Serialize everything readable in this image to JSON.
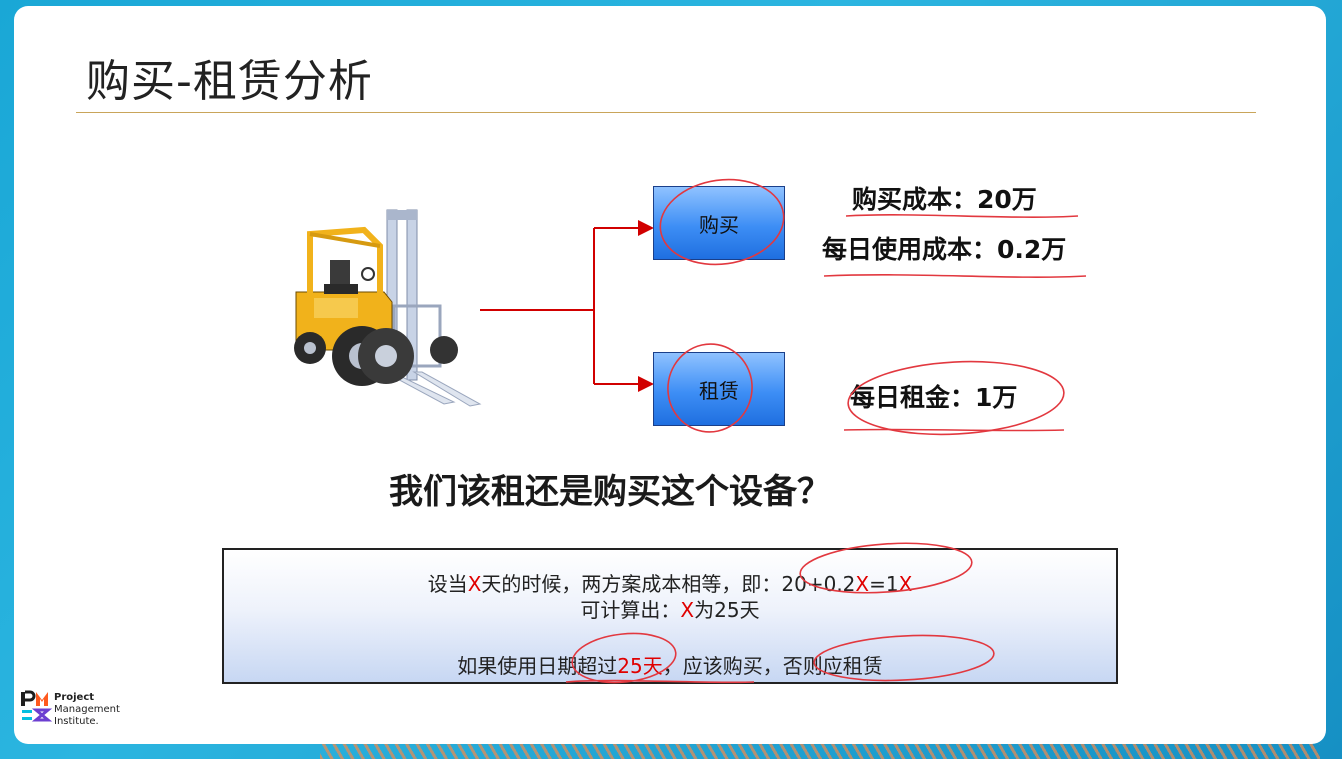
{
  "slide": {
    "title": "购买-租赁分析",
    "options": {
      "buy_label": "购买",
      "lease_label": "租赁"
    },
    "costs": {
      "buy_cost": "购买成本：20万",
      "daily_use_cost": "每日使用成本：0.2万",
      "daily_rent": "每日租金：1万"
    },
    "question": "我们该租还是购买这个设备？",
    "calculation": {
      "line1_pre": "设当",
      "line1_x": "X",
      "line1_mid": "天的时候，两方案成本相等，即：20+0.2",
      "line1_x2": "X",
      "line1_eq": "=1",
      "line1_x3": "X",
      "line2_pre": "可计算出：",
      "line2_x": "X",
      "line2_post": "为25天",
      "line3_pre": "如果使用日期超过",
      "line3_red": "25天",
      "line3_post": "，应该购买，否则应租赁"
    },
    "logo": {
      "line1": "Project",
      "line2": "Management",
      "line3": "Institute."
    }
  },
  "colors": {
    "accent_red": "#e00000",
    "box_blue": "#3d8ef5",
    "title_rule": "#c9a55a"
  }
}
